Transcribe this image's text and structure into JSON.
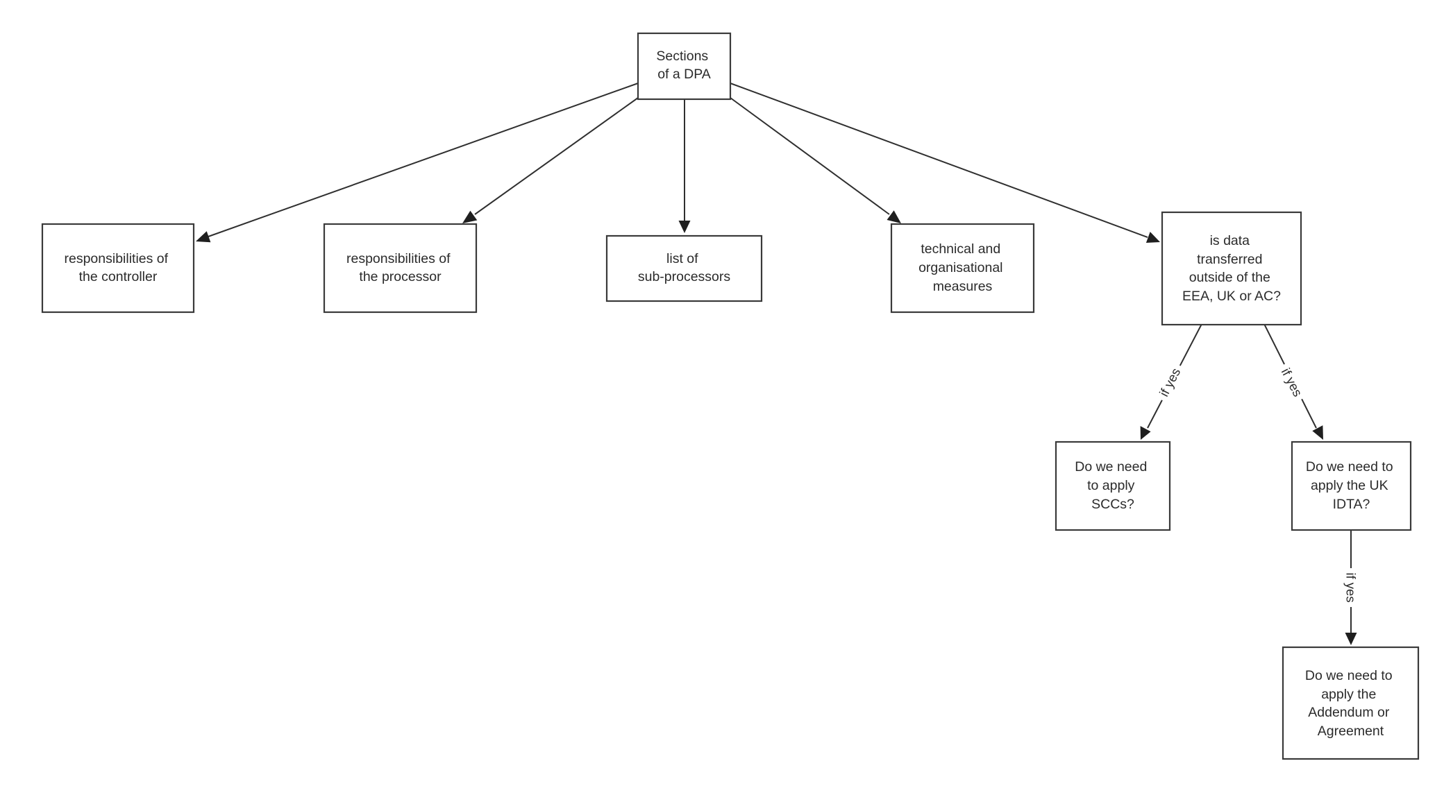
{
  "diagram": {
    "nodes": {
      "root": {
        "lines": [
          "Sections",
          "of a DPA"
        ]
      },
      "controller": {
        "lines": [
          "responsibilities of",
          "the controller"
        ]
      },
      "processor": {
        "lines": [
          "responsibilities of",
          "the processor"
        ]
      },
      "subprocessors": {
        "lines": [
          "list of",
          "sub-processors"
        ]
      },
      "measures": {
        "lines": [
          "technical and",
          "organisational",
          "measures"
        ]
      },
      "transfer": {
        "lines": [
          "is data",
          "transferred",
          "outside of the",
          "EEA, UK or AC?"
        ]
      },
      "sccs": {
        "lines": [
          "Do we need",
          "to apply",
          "SCCs?"
        ]
      },
      "idta": {
        "lines": [
          "Do we need to",
          "apply the UK",
          "IDTA?"
        ]
      },
      "addendum": {
        "lines": [
          "Do we need to",
          "apply the",
          "Addendum or",
          "Agreement"
        ]
      }
    },
    "edges": [
      {
        "from": "root",
        "to": "controller"
      },
      {
        "from": "root",
        "to": "processor"
      },
      {
        "from": "root",
        "to": "subprocessors"
      },
      {
        "from": "root",
        "to": "measures"
      },
      {
        "from": "root",
        "to": "transfer"
      },
      {
        "from": "transfer",
        "to": "sccs",
        "label": "if yes"
      },
      {
        "from": "transfer",
        "to": "idta",
        "label": "if yes"
      },
      {
        "from": "idta",
        "to": "addendum",
        "label": "if yes"
      }
    ]
  }
}
